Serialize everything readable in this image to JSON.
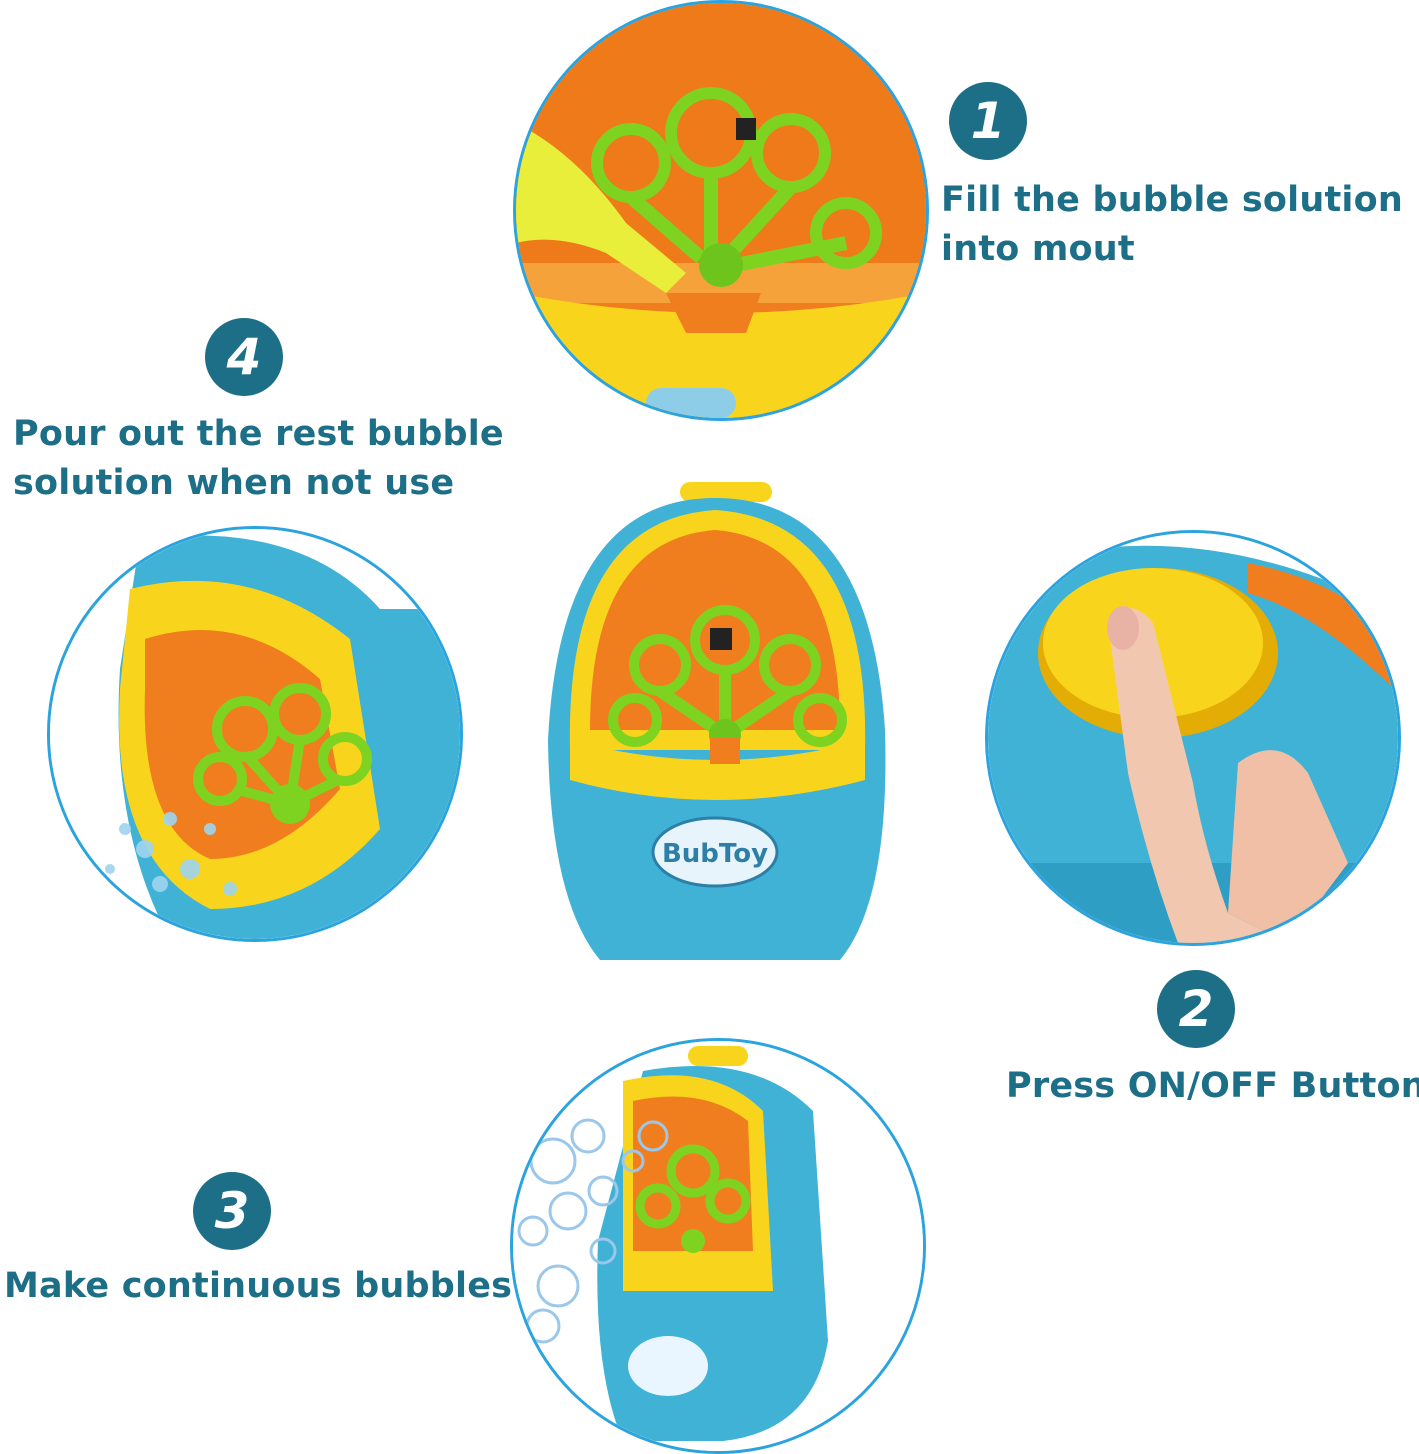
{
  "steps": [
    {
      "number": "1",
      "lines": [
        "Fill the bubble solution",
        "into mout"
      ]
    },
    {
      "number": "2",
      "lines": [
        "Press ON/OFF Button"
      ]
    },
    {
      "number": "3",
      "lines": [
        "Make continuous bubbles"
      ]
    },
    {
      "number": "4",
      "lines": [
        "Pour out the rest bubble",
        "solution when not use"
      ]
    }
  ],
  "product": {
    "brand_label": "BubToy"
  },
  "colors": {
    "accent_teal": "#1d6e87",
    "circle_border": "#2aa3df",
    "toy_blue": "#3fb2d6",
    "toy_yellow": "#f8d51c",
    "toy_orange": "#f07e1e",
    "wand_green": "#7ed321"
  }
}
